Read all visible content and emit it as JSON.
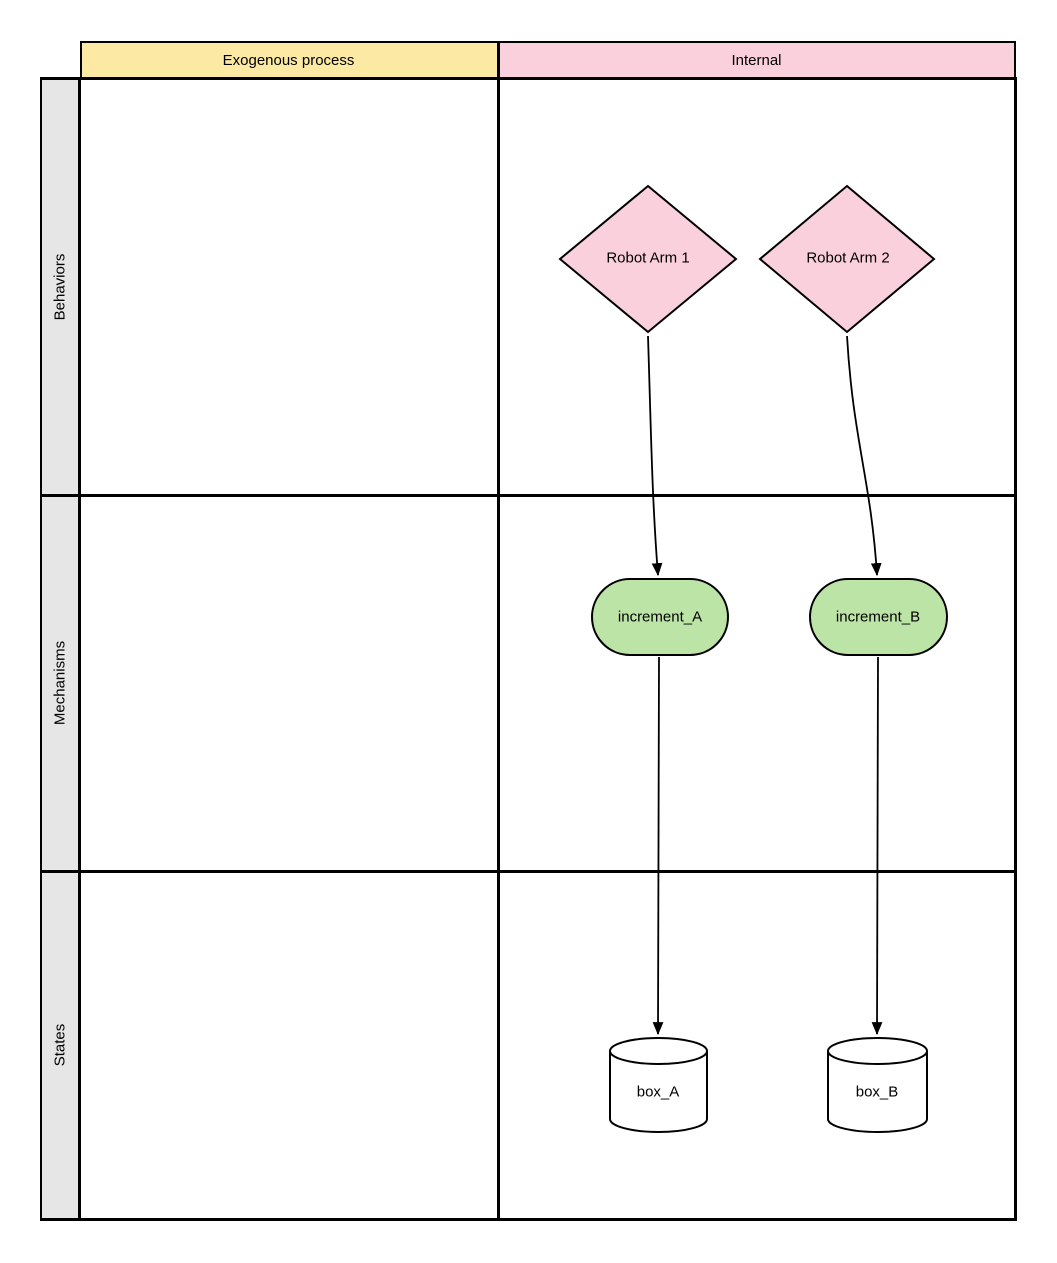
{
  "diagram": {
    "column_headers": [
      {
        "label": "Exogenous process",
        "fill": "#FCE9A3"
      },
      {
        "label": "Internal",
        "fill": "#F9D0DC"
      }
    ],
    "row_headers": [
      {
        "label": "Behaviors",
        "fill": "#E6E6E6"
      },
      {
        "label": "Mechanisms",
        "fill": "#E6E6E6"
      },
      {
        "label": "States",
        "fill": "#E6E6E6"
      }
    ],
    "nodes": [
      {
        "id": "robot_arm_1",
        "label": "Robot Arm 1",
        "shape": "diamond",
        "fill": "#F9D0DC",
        "row": "Behaviors",
        "column": "Internal"
      },
      {
        "id": "robot_arm_2",
        "label": "Robot Arm 2",
        "shape": "diamond",
        "fill": "#F9D0DC",
        "row": "Behaviors",
        "column": "Internal"
      },
      {
        "id": "increment_A",
        "label": "increment_A",
        "shape": "stadium",
        "fill": "#BDE4A7",
        "row": "Mechanisms",
        "column": "Internal"
      },
      {
        "id": "increment_B",
        "label": "increment_B",
        "shape": "stadium",
        "fill": "#BDE4A7",
        "row": "Mechanisms",
        "column": "Internal"
      },
      {
        "id": "box_A",
        "label": "box_A",
        "shape": "cylinder",
        "fill": "#FFFFFF",
        "row": "States",
        "column": "Internal"
      },
      {
        "id": "box_B",
        "label": "box_B",
        "shape": "cylinder",
        "fill": "#FFFFFF",
        "row": "States",
        "column": "Internal"
      }
    ],
    "edges": [
      {
        "from": "Robot Arm 1",
        "to": "increment_A",
        "style": "curved-arrow"
      },
      {
        "from": "Robot Arm 2",
        "to": "increment_B",
        "style": "curved-arrow"
      },
      {
        "from": "increment_A",
        "to": "box_A",
        "style": "straight-arrow"
      },
      {
        "from": "increment_B",
        "to": "box_B",
        "style": "straight-arrow"
      }
    ],
    "colors": {
      "stroke": "#000000",
      "grid_line": "#000000",
      "exogenous_header_fill": "#FCE9A3",
      "internal_header_fill": "#F9D0DC",
      "behavior_node_fill": "#F9D0DC",
      "mechanism_node_fill": "#BDE4A7",
      "state_node_fill": "#FFFFFF",
      "row_header_fill": "#E6E6E6",
      "background": "#FFFFFF"
    }
  }
}
